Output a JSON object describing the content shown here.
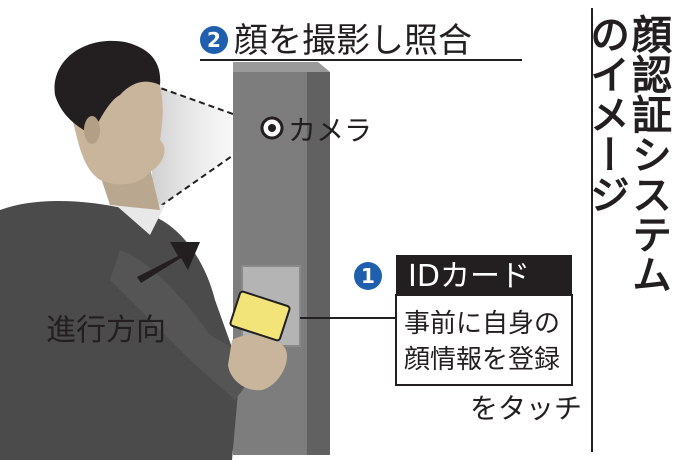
{
  "title": {
    "lines": [
      "顔認証システム",
      "のイメージ"
    ]
  },
  "step2": {
    "number": "2",
    "label": "顔を撮影し照合"
  },
  "camera": {
    "label": "カメラ"
  },
  "step1": {
    "number": "1",
    "header": "IDカード",
    "body_lines": [
      "事前に自身の",
      "顔情報を登録"
    ],
    "tail": "をタッチ"
  },
  "direction": {
    "label": "進行方向"
  },
  "colors": {
    "accent_blue": "#1f5fad",
    "header_dark": "#231f20",
    "pillar": "#7d7d7d",
    "pillar_dark": "#616161",
    "suit": "#4b4b4b",
    "card": "#f3e47a"
  }
}
